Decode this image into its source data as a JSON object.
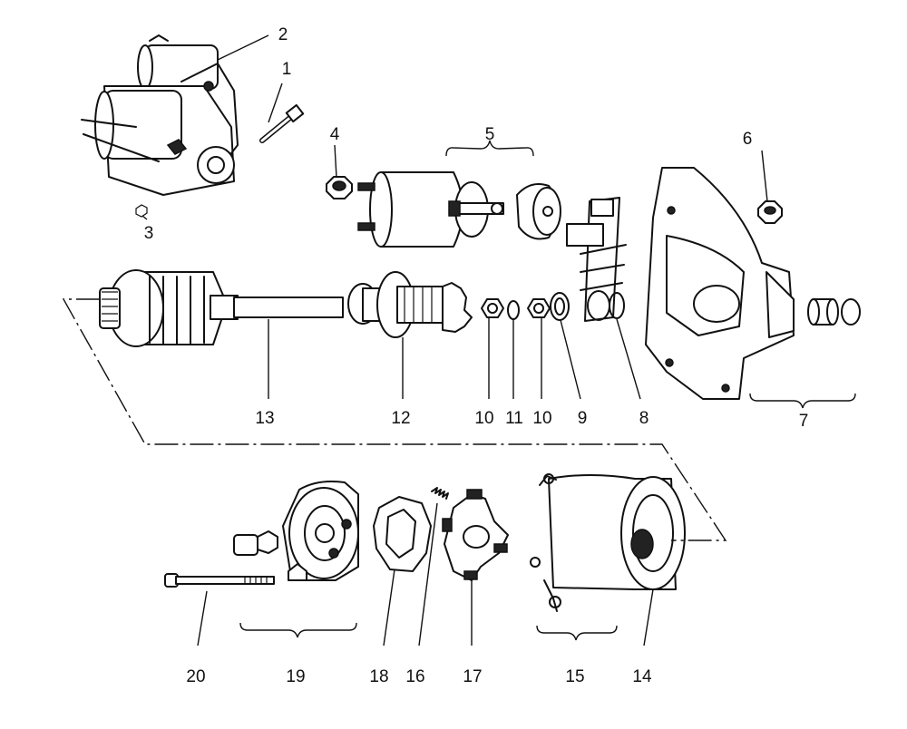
{
  "diagram": {
    "labels": {
      "n1": "1",
      "n2": "2",
      "n3": "3",
      "n4": "4",
      "n5": "5",
      "n6": "6",
      "n7": "7",
      "n8": "8",
      "n9": "9",
      "n10a": "10",
      "n11": "11",
      "n10b": "10",
      "n12": "12",
      "n13": "13",
      "n14": "14",
      "n15": "15",
      "n16": "16",
      "n17": "17",
      "n18": "18",
      "n19": "19",
      "n20": "20"
    },
    "colors": {
      "ink": "#111111",
      "paper": "#ffffff"
    }
  }
}
